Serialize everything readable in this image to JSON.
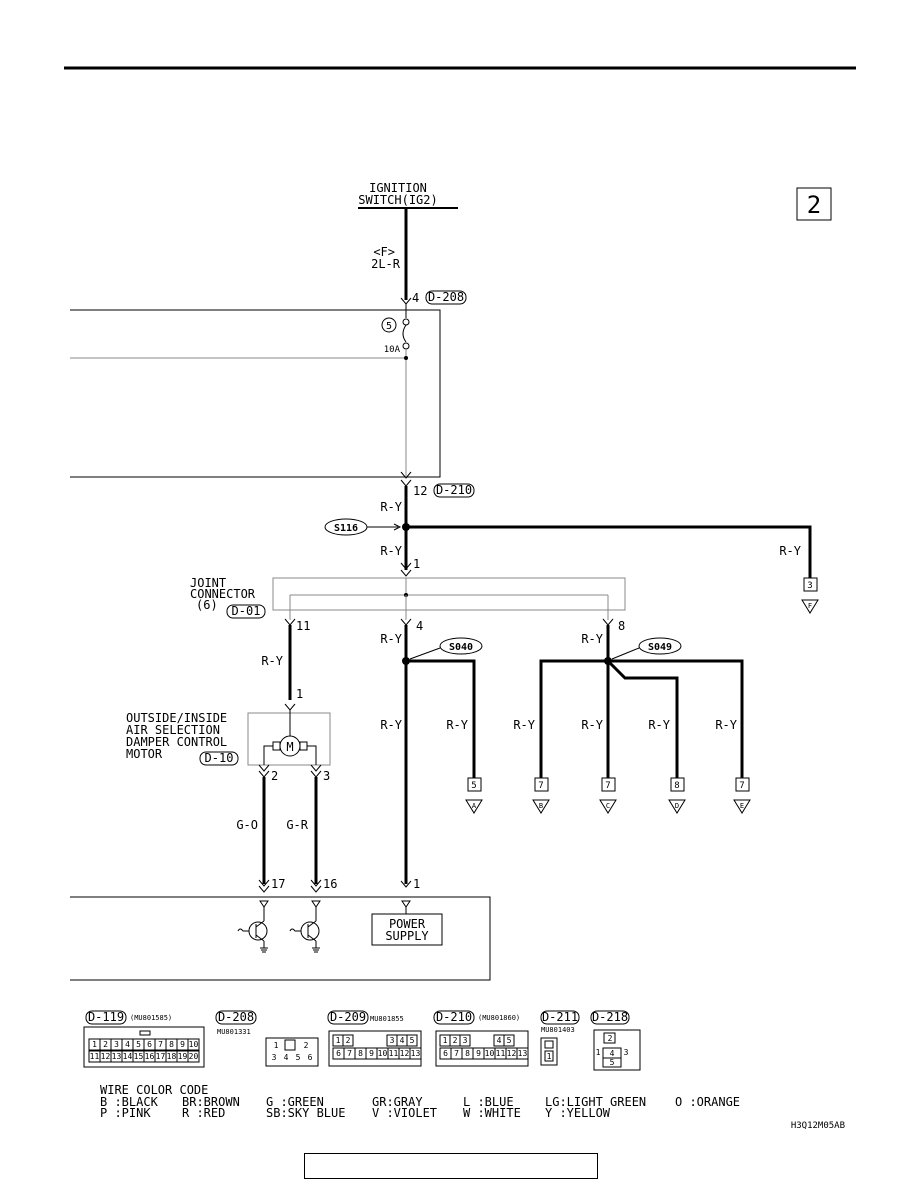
{
  "page_number": "2",
  "ignition_switch": {
    "line1": "IGNITION",
    "line2": "SWITCH(IG2)"
  },
  "wire_top": {
    "fuse_ref": "<F>",
    "color": "2L-R"
  },
  "connectors": {
    "d208": "D-208",
    "d210": "D-210",
    "d01": "D-01",
    "d10": "D-10",
    "d119": "D-119",
    "d209": "D-209",
    "d211": "D-211",
    "d218": "D-218"
  },
  "pins": {
    "p4": "4",
    "p12": "12",
    "p1a": "1",
    "p11": "11",
    "p4b": "4",
    "p8": "8",
    "p1b": "1",
    "p2": "2",
    "p3": "3",
    "p17": "17",
    "p16": "16",
    "p1c": "1"
  },
  "fuse": {
    "number": "5",
    "rating": "10A"
  },
  "splices": {
    "s116": "S116",
    "s040": "S040",
    "s049": "S049"
  },
  "wire_colors": {
    "ry": "R-Y",
    "go": "G-O",
    "gr": "G-R"
  },
  "joint_connector": {
    "line1": "JOINT",
    "line2": "CONNECTOR",
    "line3": "(6)"
  },
  "motor": {
    "line1": "OUTSIDE/INSIDE",
    "line2": "AIR SELECTION",
    "line3": "DAMPER CONTROL",
    "line4": "MOTOR",
    "symbol": "M"
  },
  "terminals": [
    {
      "num": "3",
      "letter": "F"
    },
    {
      "num": "5",
      "letter": "A"
    },
    {
      "num": "7",
      "letter": "B"
    },
    {
      "num": "7",
      "letter": "C"
    },
    {
      "num": "8",
      "letter": "D"
    },
    {
      "num": "7",
      "letter": "E"
    }
  ],
  "power_supply": {
    "line1": "POWER",
    "line2": "SUPPLY"
  },
  "part_numbers": {
    "d119": "(MU801585)",
    "d208": "MU801331",
    "d209": "MU801855",
    "d210": "(MU801860)",
    "d211": "MU801403"
  },
  "connector_pins": {
    "d119_row1": [
      "1",
      "2",
      "3",
      "4",
      "5",
      "6",
      "7",
      "8",
      "9",
      "10"
    ],
    "d119_row2": [
      "11",
      "12",
      "13",
      "14",
      "15",
      "16",
      "17",
      "18",
      "19",
      "20"
    ],
    "d208": [
      "1",
      "2",
      "3",
      "4",
      "5",
      "6"
    ],
    "d209_row1": [
      "1",
      "2",
      "3",
      "4",
      "5"
    ],
    "d209_row2": [
      "6",
      "7",
      "8",
      "9",
      "10",
      "11",
      "12",
      "13"
    ],
    "d210_row1": [
      "1",
      "2",
      "3",
      "4",
      "5"
    ],
    "d210_row2": [
      "6",
      "7",
      "8",
      "9",
      "10",
      "11",
      "12",
      "13"
    ],
    "d211": [
      "1"
    ],
    "d218": [
      "1",
      "2",
      "3",
      "4",
      "5"
    ]
  },
  "wire_color_code": {
    "title": "WIRE COLOR CODE",
    "row1": [
      "B :BLACK",
      "BR:BROWN",
      "G :GREEN",
      "GR:GRAY",
      "L :BLUE",
      "LG:LIGHT GREEN",
      "O :ORANGE"
    ],
    "row2": [
      "P :PINK",
      "R :RED",
      "SB:SKY BLUE",
      "V :VIOLET",
      "W :WHITE",
      "Y :YELLOW"
    ]
  },
  "figure_id": "H3Q12M05AB",
  "footer_text": ""
}
